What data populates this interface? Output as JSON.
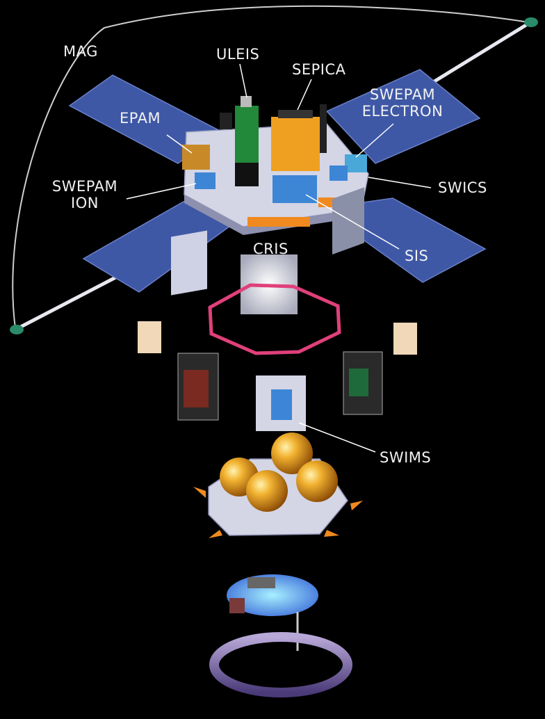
{
  "diagram": {
    "labels": {
      "mag": "MAG",
      "uleis": "ULEIS",
      "sepica": "SEPICA",
      "swepam_electron_1": "SWEPAM",
      "swepam_electron_2": "ELECTRON",
      "epam": "EPAM",
      "swepam_ion_1": "SWEPAM",
      "swepam_ion_2": "ION",
      "swics": "SWICS",
      "sis": "SIS",
      "cris": "CRIS",
      "swims": "SWIMS"
    },
    "colors": {
      "background": "#000000",
      "solar_panel": "#3e58a6",
      "deck": "#d4d6e6",
      "uleis_green": "#22883a",
      "sepica_orange": "#f0a020",
      "instrument_blue": "#3d86d6",
      "cris_frame": "#e0407a",
      "fuel_tank": "#e8a020",
      "callout_line": "#ffffff"
    }
  }
}
